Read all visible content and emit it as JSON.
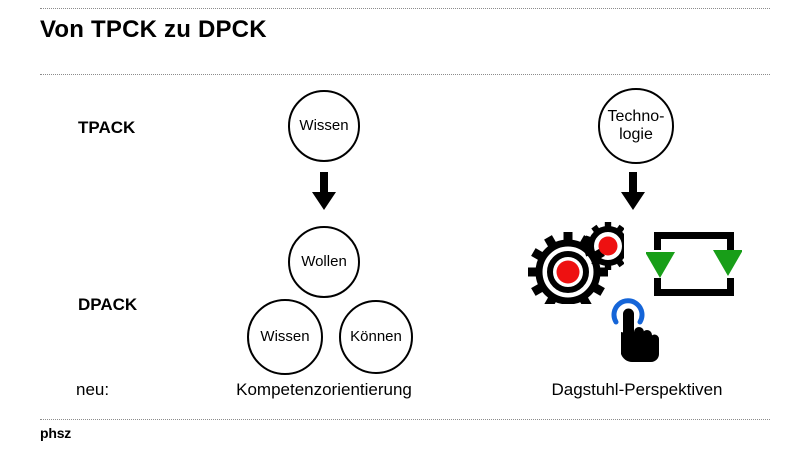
{
  "slide": {
    "title": "Von TPCK zu DPCK",
    "footer_logo": "phsz",
    "rules": {
      "top": "dotted-rule-top",
      "under_title": "dotted-rule-under-title",
      "above_footer": "dotted-rule-above-footer"
    }
  },
  "rows": {
    "tpack_label": "TPACK",
    "dpack_label": "DPACK",
    "neu_label": "neu:"
  },
  "tpack": {
    "left_circle": "Wissen",
    "right_circle_line1": "Techno-",
    "right_circle_line2": "logie",
    "arrow_left": "down-arrow",
    "arrow_right": "down-arrow"
  },
  "dpack": {
    "circles": [
      {
        "label": "Wollen"
      },
      {
        "label": "Wissen"
      },
      {
        "label": "Können"
      }
    ],
    "icons": {
      "gears": "gears-icon",
      "cycle": "cycle-arrows-icon",
      "tap_hand": "tap-hand-icon"
    }
  },
  "captions": {
    "left": "Kompetenzorientierung",
    "right": "Dagstuhl-Perspektiven"
  },
  "colors": {
    "text": "#000000",
    "rule": "#8c8c8c",
    "gear_red": "#ee1111",
    "cycle_green": "#189e18",
    "tap_blue": "#1565d8",
    "background": "#ffffff"
  }
}
